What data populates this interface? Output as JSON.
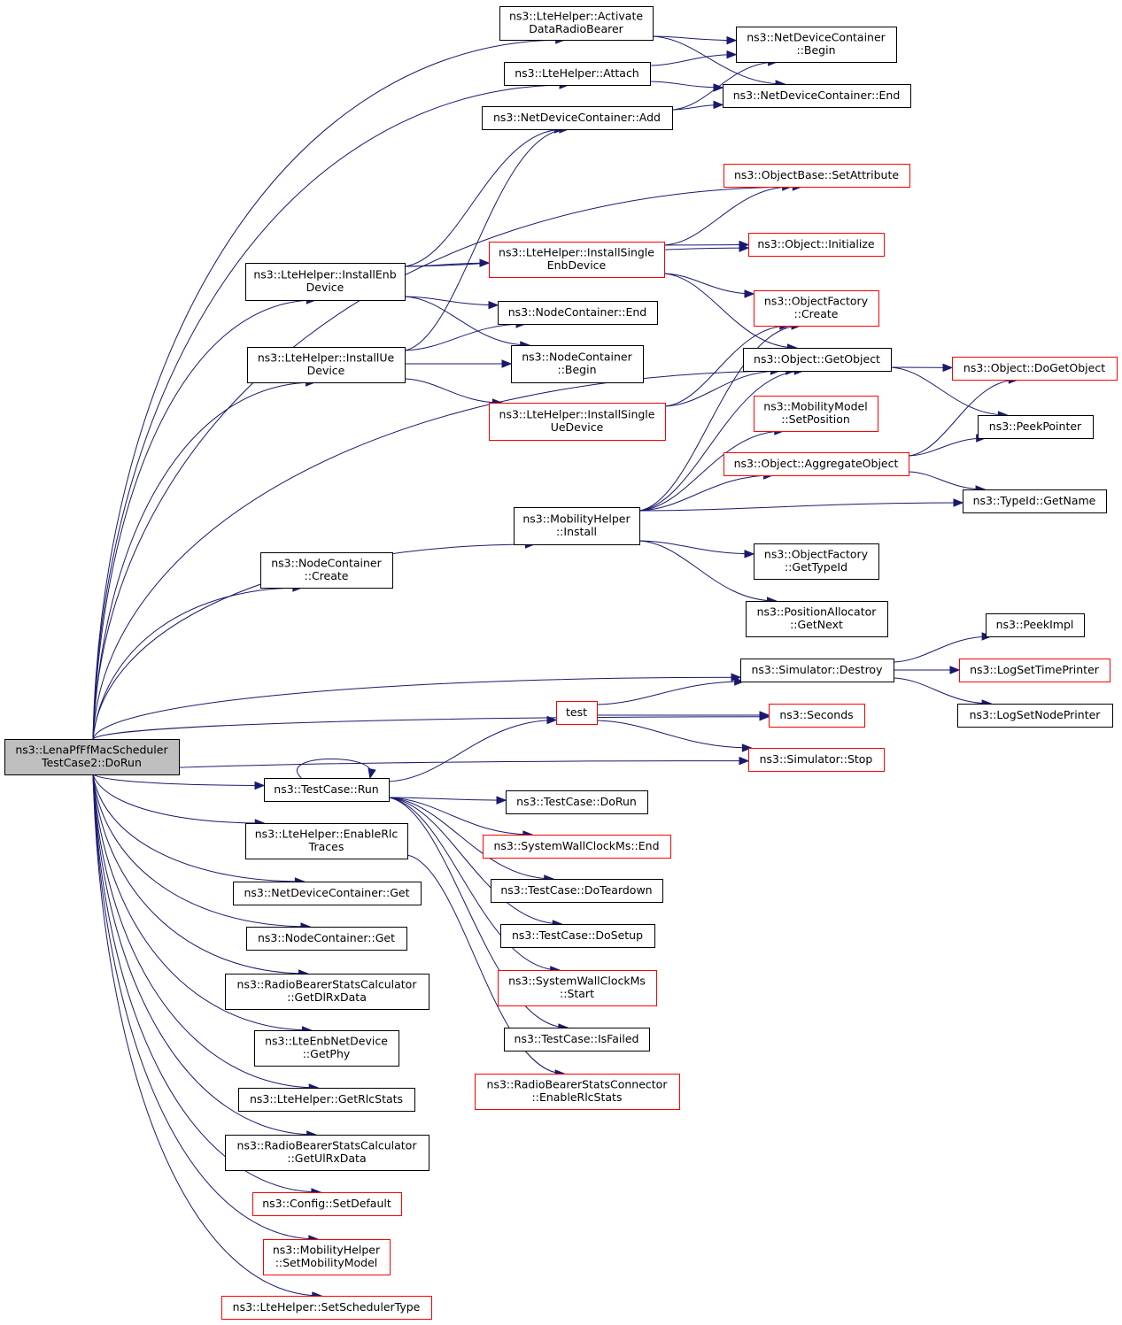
{
  "nodes": [
    {
      "id": "root",
      "lines": [
        "ns3::LenaPfFfMacScheduler",
        "TestCase2::DoRun"
      ],
      "style": "root"
    },
    {
      "id": "activate",
      "lines": [
        "ns3::LteHelper::Activate",
        "DataRadioBearer"
      ],
      "style": "black"
    },
    {
      "id": "ndc_begin",
      "lines": [
        "ns3::NetDeviceContainer",
        "::Begin"
      ],
      "style": "black"
    },
    {
      "id": "attach",
      "lines": [
        "ns3::LteHelper::Attach"
      ],
      "style": "black"
    },
    {
      "id": "ndc_end",
      "lines": [
        "ns3::NetDeviceContainer::End"
      ],
      "style": "black"
    },
    {
      "id": "ndc_add",
      "lines": [
        "ns3::NetDeviceContainer::Add"
      ],
      "style": "black"
    },
    {
      "id": "setattr",
      "lines": [
        "ns3::ObjectBase::SetAttribute"
      ],
      "style": "red"
    },
    {
      "id": "initialize",
      "lines": [
        "ns3::Object::Initialize"
      ],
      "style": "red"
    },
    {
      "id": "installenb",
      "lines": [
        "ns3::LteHelper::InstallEnb",
        "Device"
      ],
      "style": "black"
    },
    {
      "id": "installsingleenb",
      "lines": [
        "ns3::LteHelper::InstallSingle",
        "EnbDevice"
      ],
      "style": "red"
    },
    {
      "id": "of_create",
      "lines": [
        "ns3::ObjectFactory",
        "::Create"
      ],
      "style": "red"
    },
    {
      "id": "nc_end",
      "lines": [
        "ns3::NodeContainer::End"
      ],
      "style": "black"
    },
    {
      "id": "installue",
      "lines": [
        "ns3::LteHelper::InstallUe",
        "Device"
      ],
      "style": "black"
    },
    {
      "id": "nc_begin",
      "lines": [
        "ns3::NodeContainer",
        "::Begin"
      ],
      "style": "black"
    },
    {
      "id": "getobject",
      "lines": [
        "ns3::Object::GetObject"
      ],
      "style": "black"
    },
    {
      "id": "dogetobject",
      "lines": [
        "ns3::Object::DoGetObject"
      ],
      "style": "red"
    },
    {
      "id": "installsingleue",
      "lines": [
        "ns3::LteHelper::InstallSingle",
        "UeDevice"
      ],
      "style": "red"
    },
    {
      "id": "setposition",
      "lines": [
        "ns3::MobilityModel",
        "::SetPosition"
      ],
      "style": "red"
    },
    {
      "id": "peekpointer",
      "lines": [
        "ns3::PeekPointer"
      ],
      "style": "black"
    },
    {
      "id": "aggregate",
      "lines": [
        "ns3::Object::AggregateObject"
      ],
      "style": "red"
    },
    {
      "id": "mob_install",
      "lines": [
        "ns3::MobilityHelper",
        "::Install"
      ],
      "style": "black"
    },
    {
      "id": "typeid_getname",
      "lines": [
        "ns3::TypeId::GetName"
      ],
      "style": "black"
    },
    {
      "id": "of_gettypeid",
      "lines": [
        "ns3::ObjectFactory",
        "::GetTypeId"
      ],
      "style": "black"
    },
    {
      "id": "nc_create",
      "lines": [
        "ns3::NodeContainer",
        "::Create"
      ],
      "style": "black"
    },
    {
      "id": "pa_getnext",
      "lines": [
        "ns3::PositionAllocator",
        "::GetNext"
      ],
      "style": "black"
    },
    {
      "id": "peekimpl",
      "lines": [
        "ns3::PeekImpl"
      ],
      "style": "black"
    },
    {
      "id": "sim_destroy",
      "lines": [
        "ns3::Simulator::Destroy"
      ],
      "style": "black"
    },
    {
      "id": "logsettime",
      "lines": [
        "ns3::LogSetTimePrinter"
      ],
      "style": "red"
    },
    {
      "id": "test",
      "lines": [
        "test"
      ],
      "style": "red"
    },
    {
      "id": "seconds",
      "lines": [
        "ns3::Seconds"
      ],
      "style": "red"
    },
    {
      "id": "logsetnode",
      "lines": [
        "ns3::LogSetNodePrinter"
      ],
      "style": "black"
    },
    {
      "id": "sim_stop",
      "lines": [
        "ns3::Simulator::Stop"
      ],
      "style": "red"
    },
    {
      "id": "tc_run",
      "lines": [
        "ns3::TestCase::Run"
      ],
      "style": "black"
    },
    {
      "id": "tc_dorun",
      "lines": [
        "ns3::TestCase::DoRun"
      ],
      "style": "black"
    },
    {
      "id": "enablerlc",
      "lines": [
        "ns3::LteHelper::EnableRlc",
        "Traces"
      ],
      "style": "black"
    },
    {
      "id": "swc_end",
      "lines": [
        "ns3::SystemWallClockMs::End"
      ],
      "style": "red"
    },
    {
      "id": "ndc_get",
      "lines": [
        "ns3::NetDeviceContainer::Get"
      ],
      "style": "black"
    },
    {
      "id": "tc_doteardown",
      "lines": [
        "ns3::TestCase::DoTeardown"
      ],
      "style": "black"
    },
    {
      "id": "nc_get",
      "lines": [
        "ns3::NodeContainer::Get"
      ],
      "style": "black"
    },
    {
      "id": "tc_dosetup",
      "lines": [
        "ns3::TestCase::DoSetup"
      ],
      "style": "black"
    },
    {
      "id": "rbsc_getdl",
      "lines": [
        "ns3::RadioBearerStatsCalculator",
        "::GetDlRxData"
      ],
      "style": "black"
    },
    {
      "id": "swc_start",
      "lines": [
        "ns3::SystemWallClockMs",
        "::Start"
      ],
      "style": "red"
    },
    {
      "id": "enb_getphy",
      "lines": [
        "ns3::LteEnbNetDevice",
        "::GetPhy"
      ],
      "style": "black"
    },
    {
      "id": "tc_isfailed",
      "lines": [
        "ns3::TestCase::IsFailed"
      ],
      "style": "black"
    },
    {
      "id": "getrlcstats",
      "lines": [
        "ns3::LteHelper::GetRlcStats"
      ],
      "style": "black"
    },
    {
      "id": "rbsconn_enable",
      "lines": [
        "ns3::RadioBearerStatsConnector",
        "::EnableRlcStats"
      ],
      "style": "red"
    },
    {
      "id": "rbsc_getul",
      "lines": [
        "ns3::RadioBearerStatsCalculator",
        "::GetUlRxData"
      ],
      "style": "black"
    },
    {
      "id": "cfg_setdefault",
      "lines": [
        "ns3::Config::SetDefault"
      ],
      "style": "red"
    },
    {
      "id": "mob_setmodel",
      "lines": [
        "ns3::MobilityHelper",
        "::SetMobilityModel"
      ],
      "style": "red"
    },
    {
      "id": "setsched",
      "lines": [
        "ns3::LteHelper::SetSchedulerType"
      ],
      "style": "red"
    }
  ],
  "edges": [
    [
      "root",
      "activate"
    ],
    [
      "root",
      "attach"
    ],
    [
      "root",
      "setattr"
    ],
    [
      "root",
      "installenb"
    ],
    [
      "root",
      "installue"
    ],
    [
      "root",
      "getobject"
    ],
    [
      "root",
      "mob_install"
    ],
    [
      "root",
      "nc_create"
    ],
    [
      "root",
      "sim_destroy"
    ],
    [
      "root",
      "seconds"
    ],
    [
      "root",
      "sim_stop"
    ],
    [
      "root",
      "tc_run"
    ],
    [
      "root",
      "enablerlc"
    ],
    [
      "root",
      "ndc_get"
    ],
    [
      "root",
      "nc_get"
    ],
    [
      "root",
      "rbsc_getdl"
    ],
    [
      "root",
      "enb_getphy"
    ],
    [
      "root",
      "getrlcstats"
    ],
    [
      "root",
      "rbsc_getul"
    ],
    [
      "root",
      "cfg_setdefault"
    ],
    [
      "root",
      "mob_setmodel"
    ],
    [
      "root",
      "setsched"
    ],
    [
      "activate",
      "ndc_begin"
    ],
    [
      "activate",
      "ndc_end"
    ],
    [
      "attach",
      "ndc_begin"
    ],
    [
      "attach",
      "ndc_end"
    ],
    [
      "ndc_add",
      "ndc_end"
    ],
    [
      "ndc_add",
      "ndc_begin"
    ],
    [
      "installenb",
      "ndc_add"
    ],
    [
      "installenb",
      "initialize"
    ],
    [
      "installenb",
      "installsingleenb"
    ],
    [
      "installenb",
      "nc_end"
    ],
    [
      "installenb",
      "nc_begin"
    ],
    [
      "installsingleenb",
      "setattr"
    ],
    [
      "installsingleenb",
      "initialize"
    ],
    [
      "installsingleenb",
      "of_create"
    ],
    [
      "installsingleenb",
      "getobject"
    ],
    [
      "installue",
      "ndc_add"
    ],
    [
      "installue",
      "nc_end"
    ],
    [
      "installue",
      "nc_begin"
    ],
    [
      "installue",
      "installsingleue"
    ],
    [
      "installsingleue",
      "of_create"
    ],
    [
      "installsingleue",
      "getobject"
    ],
    [
      "getobject",
      "dogetobject"
    ],
    [
      "getobject",
      "peekpointer"
    ],
    [
      "aggregate",
      "dogetobject"
    ],
    [
      "aggregate",
      "peekpointer"
    ],
    [
      "aggregate",
      "typeid_getname"
    ],
    [
      "mob_install",
      "of_create"
    ],
    [
      "mob_install",
      "getobject"
    ],
    [
      "mob_install",
      "setposition"
    ],
    [
      "mob_install",
      "aggregate"
    ],
    [
      "mob_install",
      "typeid_getname"
    ],
    [
      "mob_install",
      "of_gettypeid"
    ],
    [
      "mob_install",
      "pa_getnext"
    ],
    [
      "sim_destroy",
      "peekimpl"
    ],
    [
      "sim_destroy",
      "logsettime"
    ],
    [
      "sim_destroy",
      "logsetnode"
    ],
    [
      "test",
      "sim_destroy"
    ],
    [
      "test",
      "seconds"
    ],
    [
      "test",
      "sim_stop"
    ],
    [
      "tc_run",
      "test"
    ],
    [
      "tc_run",
      "tc_run"
    ],
    [
      "tc_run",
      "tc_dorun"
    ],
    [
      "tc_run",
      "swc_end"
    ],
    [
      "tc_run",
      "tc_doteardown"
    ],
    [
      "tc_run",
      "tc_dosetup"
    ],
    [
      "tc_run",
      "swc_start"
    ],
    [
      "tc_run",
      "tc_isfailed"
    ],
    [
      "enablerlc",
      "rbsconn_enable"
    ]
  ]
}
